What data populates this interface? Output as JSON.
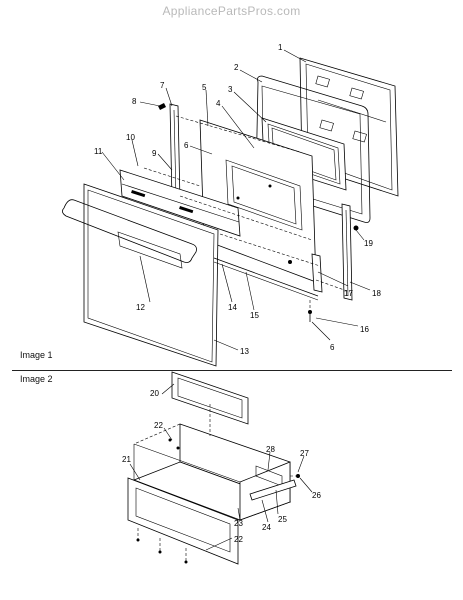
{
  "watermark": "AppliancePartsPros.com",
  "sections": [
    {
      "label": "Image 1"
    },
    {
      "label": "Image 2"
    }
  ],
  "callouts_image1": [
    "1",
    "2",
    "3",
    "4",
    "5",
    "6",
    "7",
    "8",
    "9",
    "10",
    "11",
    "12",
    "13",
    "14",
    "15",
    "16",
    "17",
    "18",
    "19",
    "6"
  ],
  "callouts_image2": [
    "20",
    "21",
    "22",
    "22",
    "23",
    "24",
    "25",
    "26",
    "27",
    "28"
  ]
}
